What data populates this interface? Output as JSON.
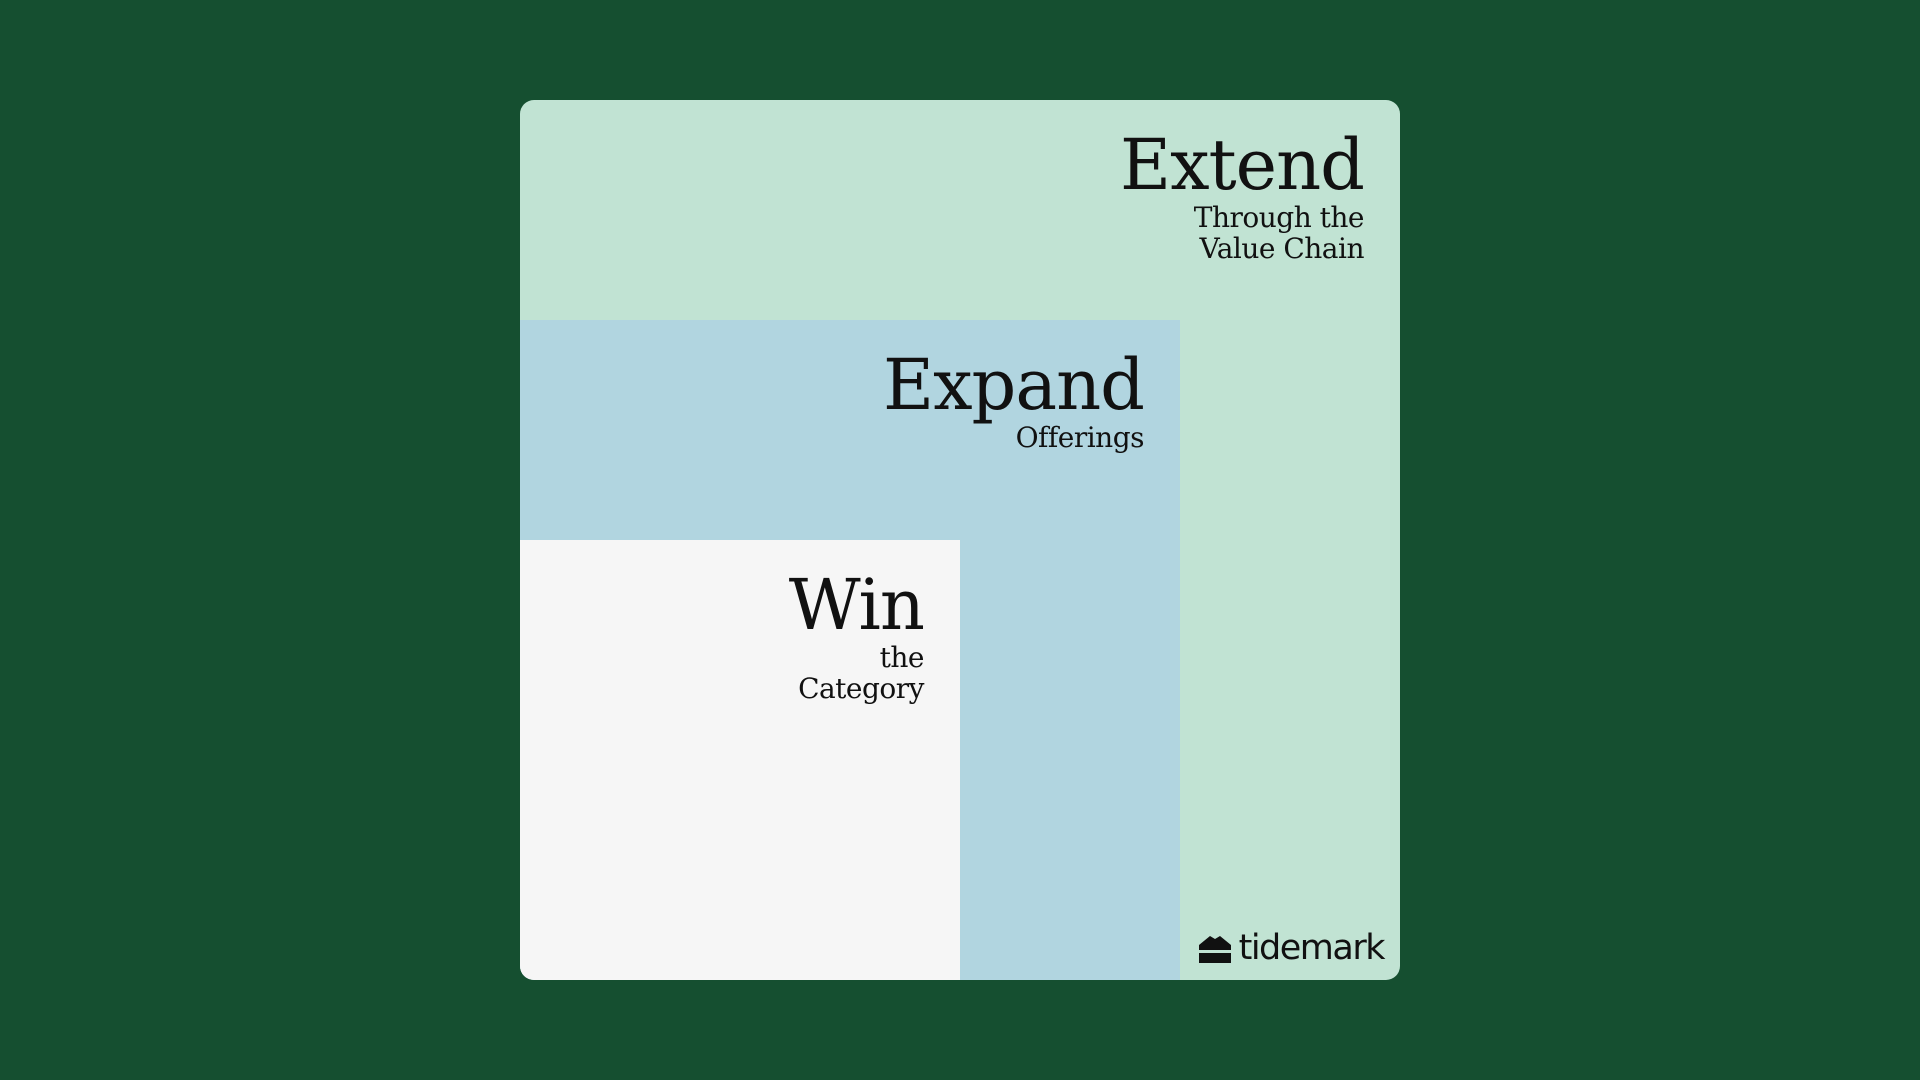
{
  "colors": {
    "background": "#154F30",
    "extend": "#C1E3D3",
    "expand": "#B1D5E0",
    "win": "#F6F6F6",
    "text": "#111111"
  },
  "diagram": {
    "layers": [
      {
        "id": "extend",
        "title": "Extend",
        "subtitle": [
          "Through the",
          "Value Chain"
        ]
      },
      {
        "id": "expand",
        "title": "Expand",
        "subtitle": [
          "Offerings"
        ]
      },
      {
        "id": "win",
        "title": "Win",
        "subtitle": [
          "the",
          "Category"
        ]
      }
    ]
  },
  "logo": {
    "text": "tidemark",
    "icon": "tidemark-logo-icon"
  }
}
